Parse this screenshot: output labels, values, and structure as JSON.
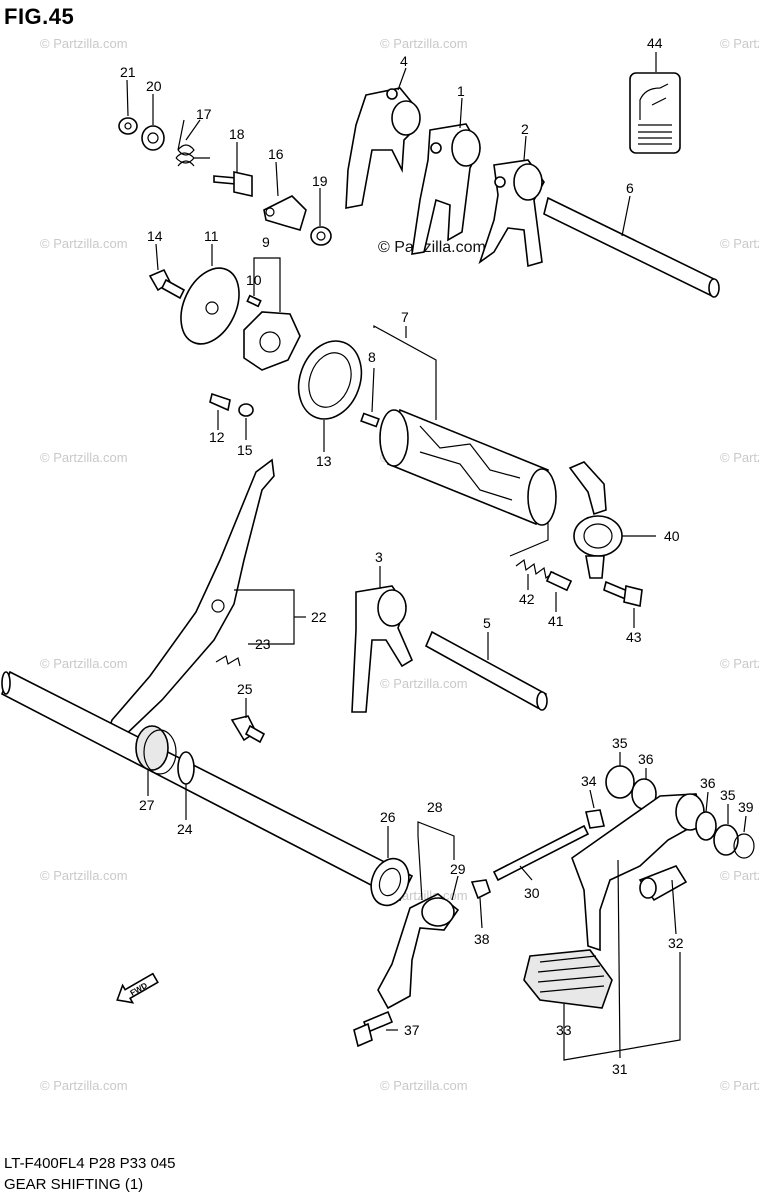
{
  "figure": {
    "title": "FIG.45"
  },
  "footer": {
    "line1": "LT-F400FL4  P28  P33  045",
    "line2": "GEAR SHIFTING (1)"
  },
  "watermark": {
    "text": "© Partzilla.com"
  },
  "callouts": [
    "1",
    "2",
    "3",
    "4",
    "5",
    "6",
    "7",
    "8",
    "9",
    "10",
    "11",
    "12",
    "13",
    "14",
    "15",
    "16",
    "17",
    "18",
    "19",
    "20",
    "21",
    "22",
    "23",
    "24",
    "25",
    "26",
    "27",
    "28",
    "29",
    "30",
    "31",
    "32",
    "33",
    "34",
    "35",
    "36",
    "36",
    "35",
    "37",
    "38",
    "39",
    "40",
    "41",
    "42",
    "43",
    "44"
  ],
  "fwd_marker": "FWD"
}
